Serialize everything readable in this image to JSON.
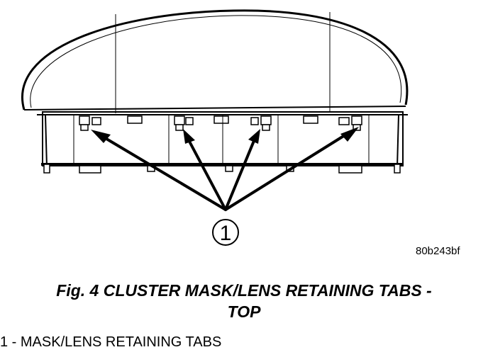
{
  "figure": {
    "callout_number": "1",
    "reference_code": "80b243bf"
  },
  "caption": {
    "line1": "Fig. 4 CLUSTER MASK/LENS RETAINING TABS -",
    "line2": "TOP"
  },
  "legend": {
    "item1": "1 - MASK/LENS RETAINING TABS"
  }
}
